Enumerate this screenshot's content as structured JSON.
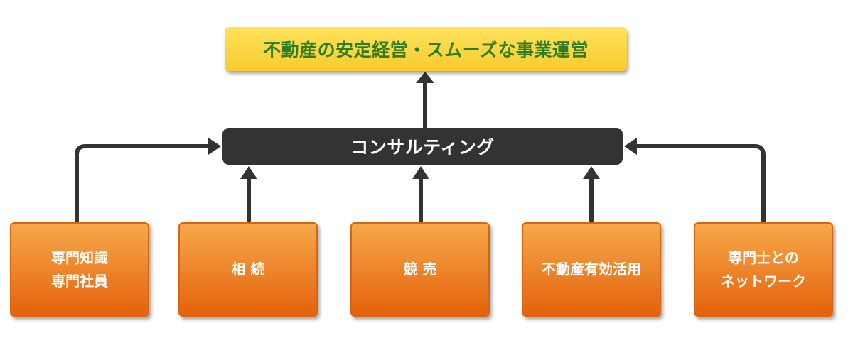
{
  "goal": {
    "label": "不動産の安定経営・スムーズな事業運営"
  },
  "hub": {
    "label": "コンサルティング"
  },
  "sources": [
    {
      "lines": [
        "専門知識",
        "専門社員"
      ]
    },
    {
      "lines": [
        "相 続"
      ]
    },
    {
      "lines": [
        "競 売"
      ]
    },
    {
      "lines": [
        "不動産有効活用"
      ]
    },
    {
      "lines": [
        "専門士との",
        "ネットワーク"
      ]
    }
  ],
  "colors": {
    "goal_fill": "#f8cb2e",
    "goal_text": "#2f7d22",
    "hub_fill": "#333333",
    "source_fill": "#e4620c",
    "connector": "#333333"
  }
}
